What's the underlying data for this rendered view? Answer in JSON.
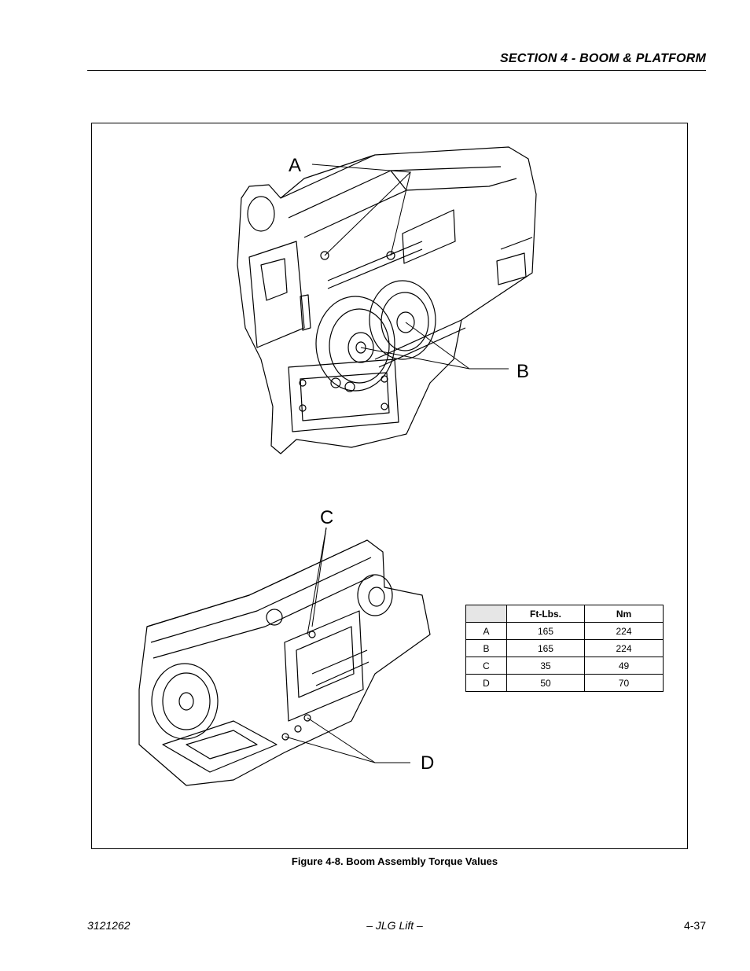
{
  "header": {
    "title": "SECTION 4 - BOOM & PLATFORM"
  },
  "figure": {
    "callouts": {
      "a": "A",
      "b": "B",
      "c": "C",
      "d": "D"
    },
    "caption": "Figure 4-8.  Boom Assembly Torque Values"
  },
  "torque_table": {
    "columns": [
      "",
      "Ft-Lbs.",
      "Nm"
    ],
    "rows": [
      [
        "A",
        "165",
        "224"
      ],
      [
        "B",
        "165",
        "224"
      ],
      [
        "C",
        "35",
        "49"
      ],
      [
        "D",
        "50",
        "70"
      ]
    ]
  },
  "footer": {
    "doc_number": "3121262",
    "brand": "– JLG Lift –",
    "page_number": "4-37"
  }
}
